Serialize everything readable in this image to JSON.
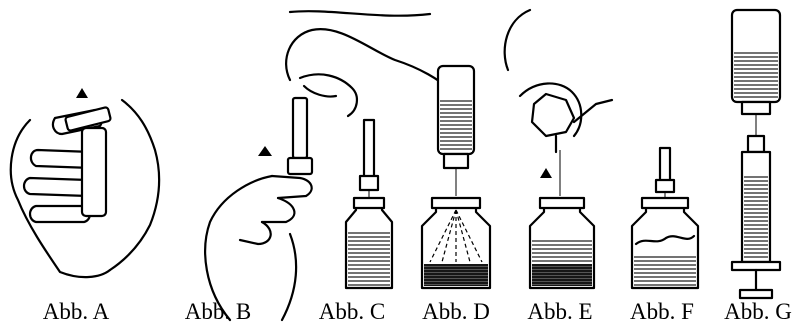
{
  "panels": [
    {
      "id": "A",
      "label": "Abb. A"
    },
    {
      "id": "B",
      "label": "Abb. B"
    },
    {
      "id": "C",
      "label": "Abb. C"
    },
    {
      "id": "D",
      "label": "Abb. D"
    },
    {
      "id": "E",
      "label": "Abb. E"
    },
    {
      "id": "F",
      "label": "Abb. F"
    },
    {
      "id": "G",
      "label": "Abb. G"
    }
  ],
  "colors": {
    "ink": "#000000",
    "background": "#ffffff"
  }
}
